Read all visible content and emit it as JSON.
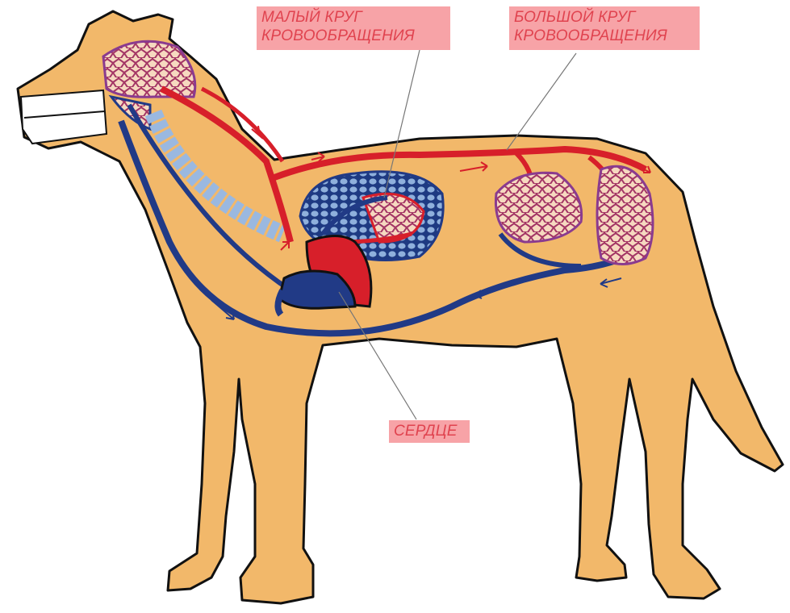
{
  "labels": {
    "pulmonary": {
      "line1": "МАЛЫЙ КРУГ",
      "line2": "КРОВООБРАЩЕНИЯ"
    },
    "systemic": {
      "line1": "БОЛЬШОЙ КРУГ",
      "line2": "КРОВООБРАЩЕНИЯ"
    },
    "heart": "СЕРДЦЕ"
  },
  "colors": {
    "body": "#f2b86a",
    "outline": "#111111",
    "artery": "#d71f2a",
    "vein": "#213a86",
    "lung": "#6f95c9",
    "capillary": "#8a3b8f",
    "label_bg": "#f7a3a7",
    "label_text": "#e0434f",
    "muzzle": "#ffffff"
  }
}
